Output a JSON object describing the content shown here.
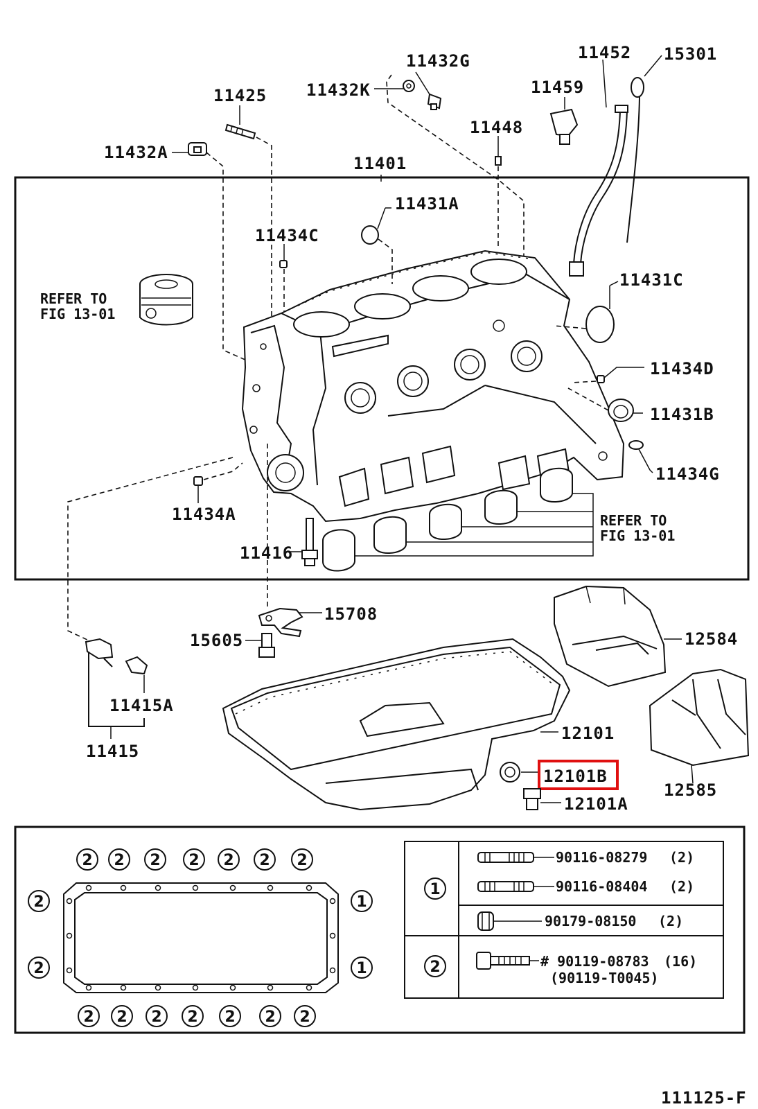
{
  "labels": {
    "l_11432G": "11432G",
    "l_11452": "11452",
    "l_15301": "15301",
    "l_11425": "11425",
    "l_11432K": "11432K",
    "l_11459": "11459",
    "l_11448": "11448",
    "l_11432A": "11432A",
    "l_11401": "11401",
    "l_11431A": "11431A",
    "l_11434C": "11434C",
    "refer1_a": "REFER TO",
    "refer1_b": "FIG 13-01",
    "l_11431C": "11431C",
    "l_11434D": "11434D",
    "l_11431B": "11431B",
    "l_11434G": "11434G",
    "l_11434A": "11434A",
    "refer2_a": "REFER TO",
    "refer2_b": "FIG 13-01",
    "l_11416": "11416",
    "l_15708": "15708",
    "l_15605": "15605",
    "l_12584": "12584",
    "l_11415A": "11415A",
    "l_12101": "12101",
    "l_11415": "11415",
    "l_12101B": "12101B",
    "l_12585": "12585",
    "l_12101A": "12101A",
    "figure_code": "111125-F"
  },
  "highlight": {
    "part": "12101B",
    "color": "#e01010"
  },
  "bolt_table": {
    "group1_marker": "1",
    "group2_marker": "2",
    "rows": [
      {
        "part": "90116-08279",
        "qty": "(2)"
      },
      {
        "part": "90116-08404",
        "qty": "(2)"
      },
      {
        "part": "90179-08150",
        "qty": "(2)"
      },
      {
        "part": "# 90119-08783",
        "qty": "(16)"
      },
      {
        "part": "(90119-T0045)",
        "qty": ""
      }
    ]
  },
  "pan_markers": {
    "top_row": [
      "2",
      "2",
      "2",
      "2",
      "2",
      "2",
      "2"
    ],
    "bottom_row": [
      "2",
      "2",
      "2",
      "2",
      "2",
      "2",
      "2"
    ],
    "left": [
      "2",
      "2"
    ],
    "right": [
      "1",
      "1"
    ]
  }
}
